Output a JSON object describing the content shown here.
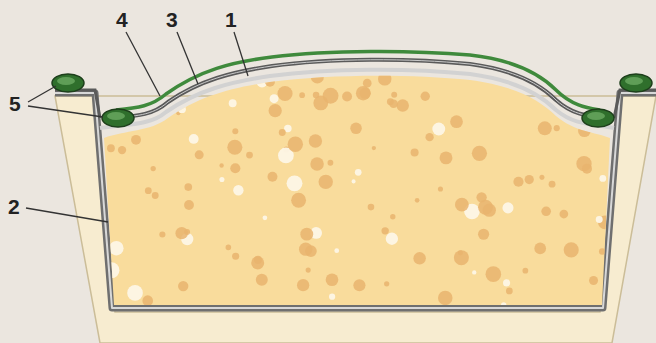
{
  "diagram": {
    "labels": [
      "4",
      "3",
      "1",
      "5",
      "2"
    ]
  }
}
